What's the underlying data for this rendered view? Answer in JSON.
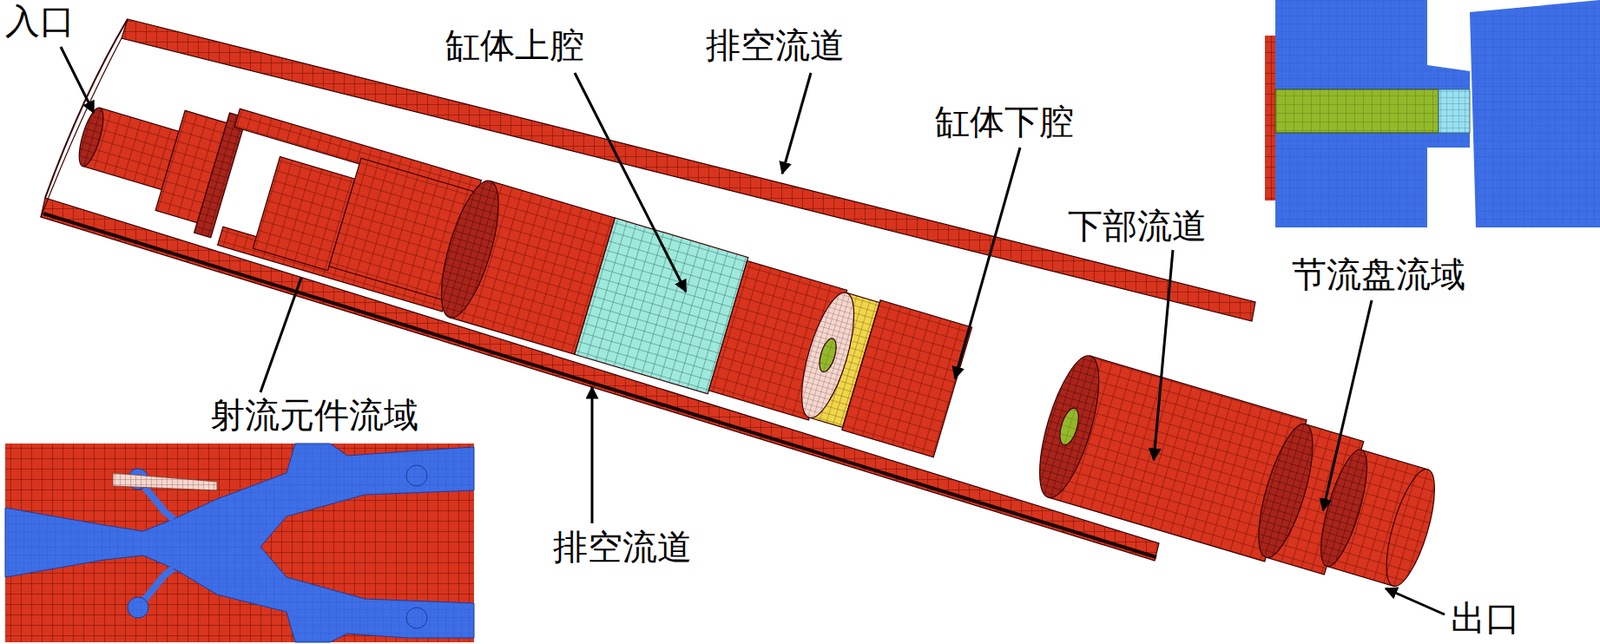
{
  "diagram": {
    "labels": [
      "入口",
      "缸体上腔",
      "排空流道",
      "缸体下腔",
      "下部流道",
      "节流盘流域",
      "射流元件流域",
      "排空流道",
      "出口"
    ]
  }
}
